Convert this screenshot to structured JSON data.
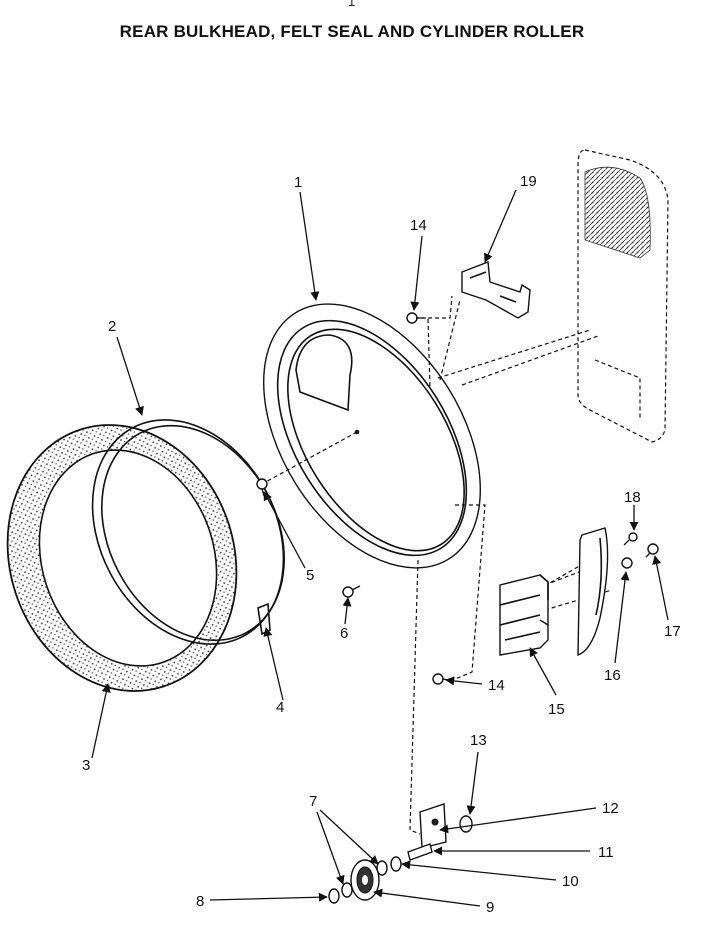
{
  "page_number": "1",
  "title": "REAR BULKHEAD, FELT SEAL AND CYLINDER ROLLER",
  "callouts": [
    "1",
    "2",
    "3",
    "4",
    "5",
    "6",
    "7",
    "8",
    "9",
    "10",
    "11",
    "12",
    "13",
    "14",
    "14",
    "15",
    "16",
    "17",
    "18",
    "19"
  ]
}
